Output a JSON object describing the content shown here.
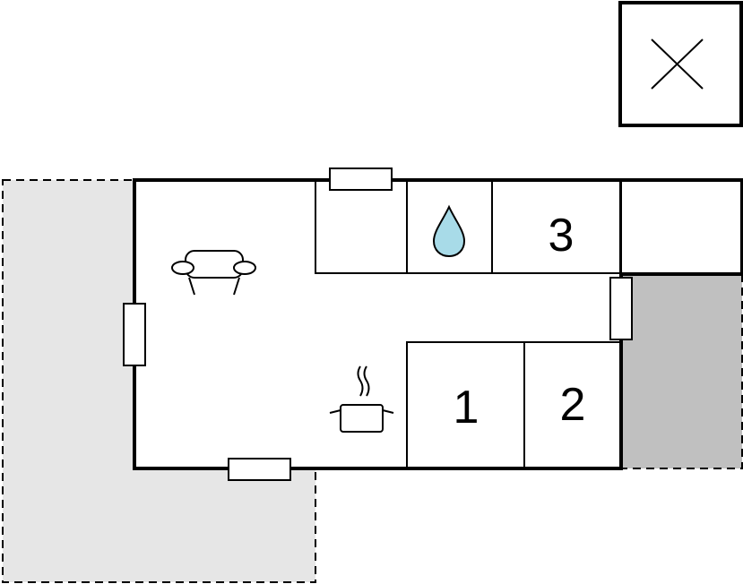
{
  "rooms": {
    "bedroom_1": {
      "label": "1"
    },
    "bedroom_2": {
      "label": "2"
    },
    "bedroom_3": {
      "label": "3"
    }
  },
  "icons": {
    "compass": "x-mark-icon",
    "bathroom": "water-drop-icon",
    "living": "armchair-icon",
    "kitchen": "cooking-pot-icon"
  },
  "colors": {
    "wall": "#000000",
    "terrace": "#e6e6e6",
    "covered_terrace": "#c0c0c0",
    "water": "#a8dbe8",
    "background": "#ffffff"
  }
}
